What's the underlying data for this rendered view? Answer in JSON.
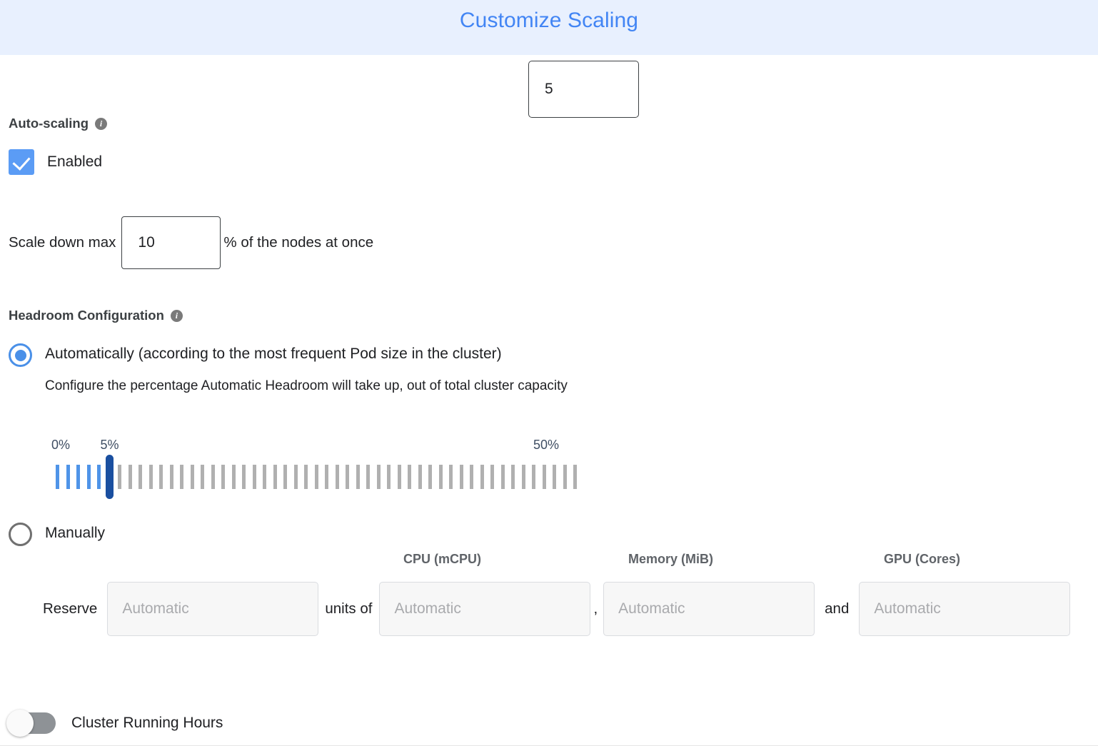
{
  "header": {
    "title": "Customize Scaling",
    "background_color": "#e8f0fe",
    "title_color": "#4285f4"
  },
  "autoscaling": {
    "section_label": "Auto-scaling",
    "info_icon": "info-icon",
    "info_glyph": "i",
    "enabled_label": "Enabled",
    "enabled_checked": true,
    "checkbox_color": "#5b9cf5"
  },
  "scale_down": {
    "label": "Scale down max",
    "value": "10",
    "suffix": "% of the nodes at once"
  },
  "headroom": {
    "section_label": "Headroom Configuration",
    "info_glyph": "i",
    "automatic": {
      "label": "Automatically (according to the most frequent Pod size in the cluster)",
      "description": "Configure the percentage Automatic Headroom will take up, out of total cluster capacity",
      "selected": true
    },
    "manual": {
      "label": "Manually",
      "selected": false
    }
  },
  "slider": {
    "min_label": "0%",
    "current_label": "5%",
    "max_label": "50%",
    "min": 0,
    "max": 50,
    "value": 5,
    "tick_count": 51,
    "value_input": "5",
    "filled_color": "#4f94e8",
    "empty_color": "#b0b0b0",
    "thumb_color": "#1a4fa0",
    "label_color": "#3f4e63"
  },
  "reserve": {
    "reserve_label": "Reserve",
    "units_of_label": "units of",
    "comma_label": ",",
    "and_label": "and",
    "columns": [
      {
        "header": "",
        "placeholder": "Automatic"
      },
      {
        "header": "CPU (mCPU)",
        "placeholder": "Automatic"
      },
      {
        "header": "Memory (MiB)",
        "placeholder": "Automatic"
      },
      {
        "header": "GPU (Cores)",
        "placeholder": "Automatic"
      }
    ]
  },
  "cluster_running_hours": {
    "label": "Cluster Running Hours",
    "enabled": false
  }
}
